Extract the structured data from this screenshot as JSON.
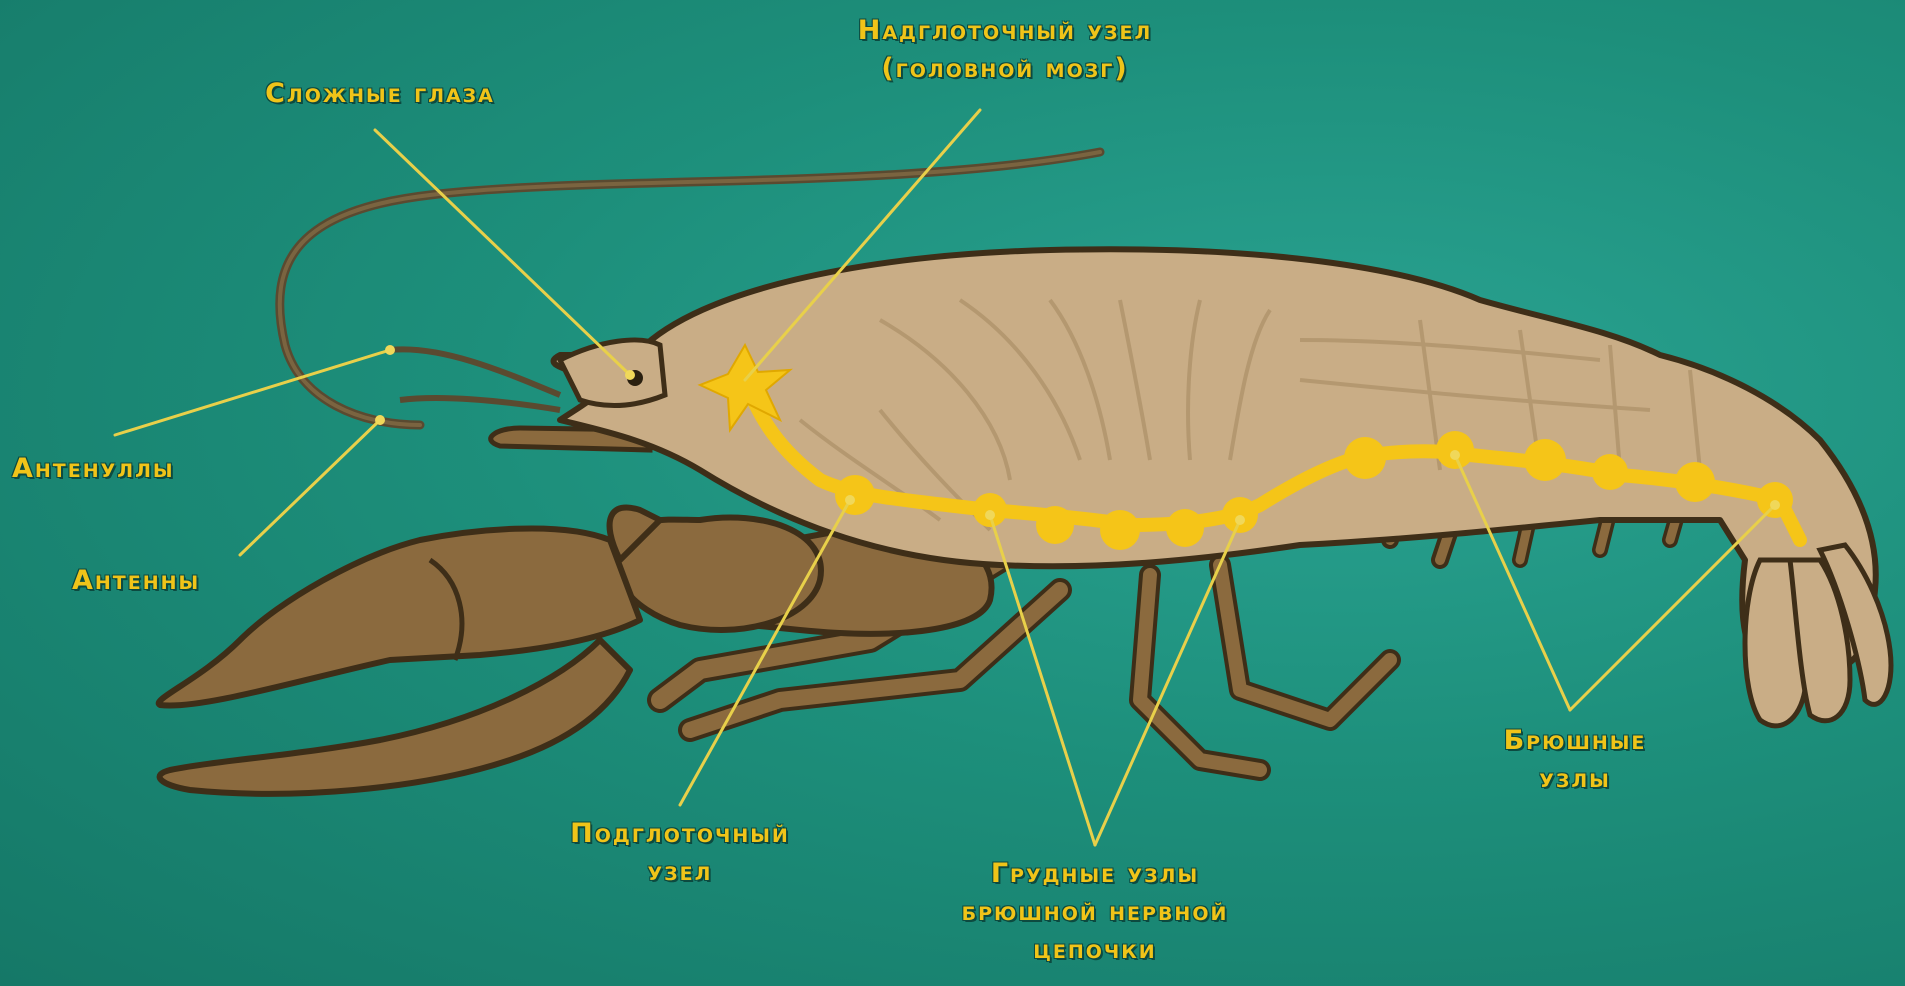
{
  "labels": {
    "supraesophageal": [
      "Надглоточный узел",
      "(головной мозг)"
    ],
    "compound_eyes": [
      "Сложные глаза"
    ],
    "antennules": [
      "Антенуллы"
    ],
    "antennae": [
      "Антенны"
    ],
    "subesophageal": [
      "Подглоточный",
      "узел"
    ],
    "thoracic": [
      "Грудные узлы",
      "брюшной нервной",
      "цепочки"
    ],
    "abdominal": [
      "Брюшные",
      "узлы"
    ]
  },
  "colors": {
    "background": "#1d8f7b",
    "body": "#c9ad86",
    "claw": "#8b6a3e",
    "nerve": "#f5c518",
    "label": "#f0c419",
    "leader": "#e8d04a"
  }
}
